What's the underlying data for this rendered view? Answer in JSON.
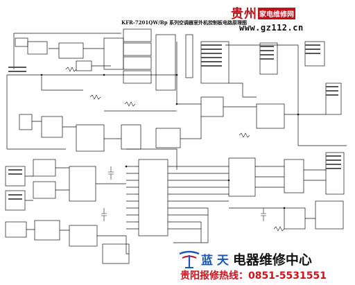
{
  "diagram": {
    "title": "KFR-7201QW/Bp 系列空调器室外机控制板电路原理图"
  },
  "watermark_top": {
    "brand": "贵州",
    "label": "家电维修网",
    "url": "www.gz112.cn"
  },
  "footer": {
    "brand_blue": "蓝 天",
    "brand_dark": "电器维修中心",
    "phone_line": "贵阳报修热线：0851-5531551"
  },
  "colors": {
    "ink": "#111111",
    "watermark_red": "#c0101a",
    "footer_blue": "#1a55b8",
    "phone_red": "#d0101a"
  }
}
